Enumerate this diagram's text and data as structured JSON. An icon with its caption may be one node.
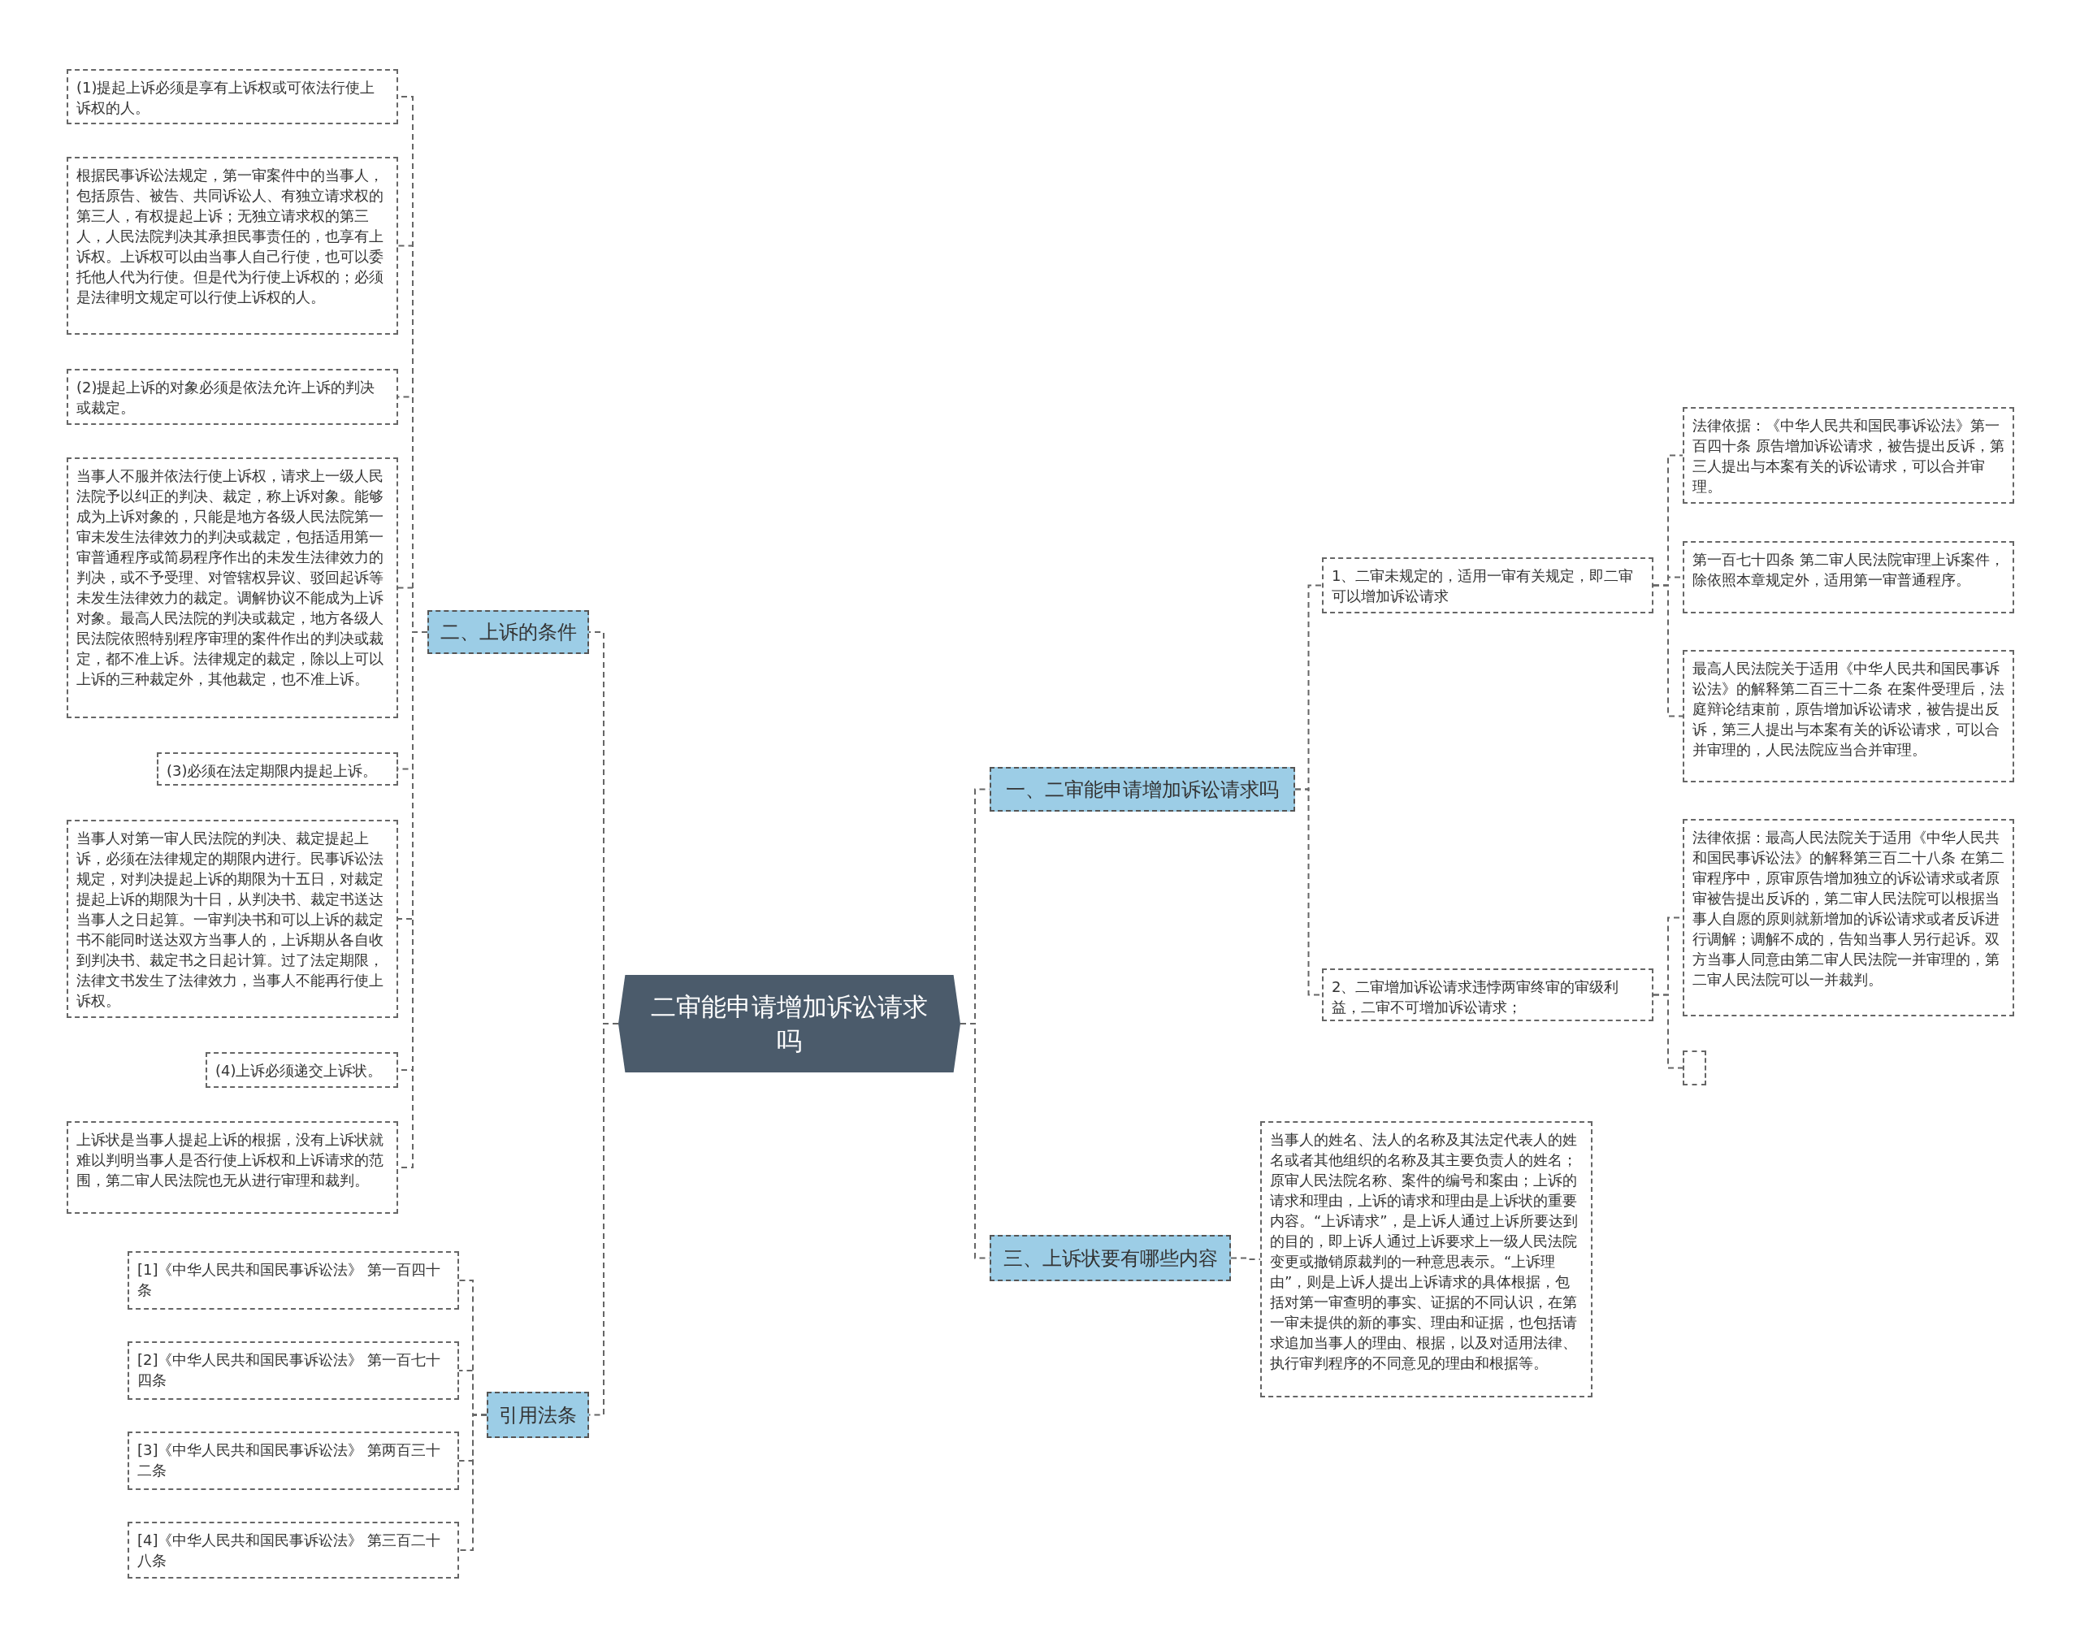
{
  "diagram": {
    "nodes": [
      {
        "text": [
          "二审能申请增加诉讼请求吗"
        ]
      },
      {
        "text": [
          "一、二审能申请增加诉讼请求吗"
        ]
      },
      {
        "text": [
          "1、二审未规定的，适用一审有关规定，即二审可以增加诉讼请求"
        ]
      },
      {
        "text": [
          "法律依据：《中华人民共和国民事诉讼法》第一百四十条 原告增加诉讼请求，被告提出反诉，第三人提出与本案有关的诉讼请求，可以合并审理。"
        ]
      },
      {
        "text": [
          "第一百七十四条 第二审人民法院审理上诉案件，除依照本章规定外，适用第一审普通程序。"
        ]
      },
      {
        "text": [
          "最高人民法院关于适用《中华人民共和国民事诉讼法》的解释第二百三十二条 在案件受理后，法庭辩论结束前，原告增加诉讼请求，被告提出反诉，第三人提出与本案有关的诉讼请求，可以合并审理的，人民法院应当合并审理。"
        ]
      },
      {
        "text": [
          "2、二审增加诉讼请求违悖两审终审的审级利益，二审不可增加诉讼请求；"
        ]
      },
      {
        "text": [
          "法律依据：最高人民法院关于适用《中华人民共和国民事诉讼法》的解释第三百二十八条 在第二审程序中，原审原告增加独立的诉讼请求或者原审被告提出反诉的，第二审人民法院可以根据当事人自愿的原则就新增加的诉讼请求或者反诉进行调解；调解不成的，告知当事人另行起诉。双方当事人同意由第二审人民法院一并审理的，第二审人民法院可以一并裁判。"
        ]
      },
      {
        "text": [],
        "shape": "box"
      },
      {
        "text": [
          "三、上诉状要有哪些内容"
        ]
      },
      {
        "text": [
          "当事人的姓名、法人的名称及其法定代表人的姓名或者其他组织的名称及其主要负责人的姓名；原审人民法院名称、案件的编号和案由；上诉的请求和理由，上诉的请求和理由是上诉状的重要内容。“上诉请求”，是上诉人通过上诉所要达到的目的，即上诉人通过上诉要求上一级人民法院变更或撤销原裁判的一种意思表示。“上诉理由”，则是上诉人提出上诉请求的具体根据，包括对第一审查明的事实、证据的不同认识，在第一审未提供的新的事实、理由和证据，也包括请求追加当事人的理由、根据，以及对适用法律、执行审判程序的不同意见的理由和根据等。"
        ]
      },
      {
        "text": [
          "二、上诉的条件"
        ]
      },
      {
        "text": [
          "(1)提起上诉必须是享有上诉权或可依法行使上诉权的人。"
        ]
      },
      {
        "text": [
          "根据民事诉讼法规定，第一审案件中的当事人，包括原告、被告、共同诉讼人、有独立请求权的第三人，有权提起上诉；无独立请求权的第三人，人民法院判决其承担民事责任的，也享有上诉权。上诉权可以由当事人自己行使，也可以委托他人代为行使。但是代为行使上诉权的；必须是法律明文规定可以行使上诉权的人。"
        ]
      },
      {
        "text": [
          "(2)提起上诉的对象必须是依法允许上诉的判决或裁定。"
        ]
      },
      {
        "text": [
          "当事人不服并依法行使上诉权，请求上一级人民法院予以纠正的判决、裁定，称上诉对象。能够成为上诉对象的，只能是地方各级人民法院第一审未发生法律效力的判决或裁定，包括适用第一审普通程序或简易程序作出的未发生法律效力的判决，或不予受理、对管辖权异议、驳回起诉等未发生法律效力的裁定。调解协议不能成为上诉对象。最高人民法院的判决或裁定，地方各级人民法院依照特别程序审理的案件作出的判决或裁定，都不准上诉。法律规定的裁定，除以上可以上诉的三种裁定外，其他裁定，也不准上诉。"
        ]
      },
      {
        "text": [
          "(3)必须在法定期限内提起上诉。"
        ]
      },
      {
        "text": [
          "当事人对第一审人民法院的判决、裁定提起上诉，必须在法律规定的期限内进行。民事诉讼法规定，对判决提起上诉的期限为十五日，对裁定提起上诉的期限为十日，从判决书、裁定书送达当事人之日起算。一审判决书和可以上诉的裁定书不能同时送达双方当事人的，上诉期从各自收到判决书、裁定书之日起计算。过了法定期限，法律文书发生了法律效力，当事人不能再行使上诉权。"
        ]
      },
      {
        "text": [
          "(4)上诉必须递交上诉状。"
        ]
      },
      {
        "text": [
          "上诉状是当事人提起上诉的根据，没有上诉状就难以判明当事人是否行使上诉权和上诉请求的范围，第二审人民法院也无从进行审理和裁判。"
        ]
      },
      {
        "text": [
          "引用法条"
        ]
      },
      {
        "text": [
          "[1]《中华人民共和国民事诉讼法》 第一百四十条"
        ]
      },
      {
        "text": [
          "[2]《中华人民共和国民事诉讼法》 第一百七十四条"
        ]
      },
      {
        "text": [
          "[3]《中华人民共和国民事诉讼法》 第两百三十二条"
        ]
      },
      {
        "text": [
          "[4]《中华人民共和国民事诉讼法》 第三百二十八条"
        ]
      }
    ],
    "edges": [
      {
        "from": 0,
        "to": 1,
        "arrow": "none"
      },
      {
        "from": 0,
        "to": 9,
        "arrow": "none"
      },
      {
        "from": 0,
        "to": 11,
        "arrow": "none"
      },
      {
        "from": 0,
        "to": 20,
        "arrow": "none"
      },
      {
        "from": 1,
        "to": 2,
        "arrow": "none"
      },
      {
        "from": 1,
        "to": 6,
        "arrow": "none"
      },
      {
        "from": 2,
        "to": 3,
        "arrow": "none"
      },
      {
        "from": 2,
        "to": 4,
        "arrow": "none"
      },
      {
        "from": 2,
        "to": 5,
        "arrow": "none"
      },
      {
        "from": 6,
        "to": 7,
        "arrow": "none"
      },
      {
        "from": 6,
        "to": 8,
        "arrow": "none"
      },
      {
        "from": 9,
        "to": 10,
        "arrow": "none"
      },
      {
        "from": 11,
        "to": 12,
        "arrow": "none"
      },
      {
        "from": 11,
        "to": 13,
        "arrow": "none"
      },
      {
        "from": 11,
        "to": 14,
        "arrow": "none"
      },
      {
        "from": 11,
        "to": 15,
        "arrow": "none"
      },
      {
        "from": 11,
        "to": 16,
        "arrow": "none"
      },
      {
        "from": 11,
        "to": 17,
        "arrow": "none"
      },
      {
        "from": 11,
        "to": 18,
        "arrow": "none"
      },
      {
        "from": 11,
        "to": 19,
        "arrow": "none"
      },
      {
        "from": 20,
        "to": 21,
        "arrow": "none"
      },
      {
        "from": 20,
        "to": 22,
        "arrow": "none"
      },
      {
        "from": 20,
        "to": 23,
        "arrow": "none"
      },
      {
        "from": 20,
        "to": 24,
        "arrow": "none"
      }
    ]
  }
}
